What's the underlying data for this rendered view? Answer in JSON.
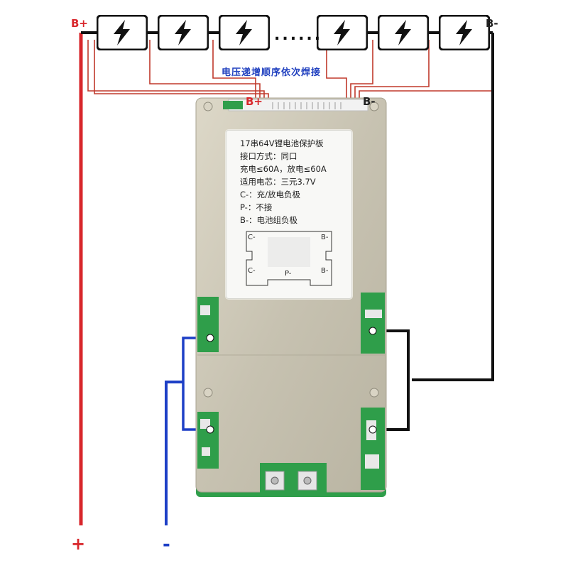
{
  "terminals": {
    "top_left": "B+",
    "top_right": "B-",
    "board_b_plus": "B+",
    "board_b_minus": "B-"
  },
  "battery": {
    "cell_count_left": 3,
    "cell_count_right": 3,
    "ellipsis": "......",
    "cell_icon": "lightning-bolt-icon"
  },
  "instruction": "电压递增顺序依次焊接",
  "label_card": {
    "lines": [
      "17串64V锂电池保护板",
      "接口方式：同口",
      "充电≤60A，放电≤60A",
      "适用电芯：三元3.7V",
      "C-：充/放电负极",
      "P-：不接",
      "B-：电池组负极"
    ],
    "ports": {
      "c_top": "C-",
      "b_top": "B-",
      "c_bottom": "C-",
      "p_bottom": "P-",
      "b_bottom": "B-"
    }
  },
  "output": {
    "positive": "+",
    "negative": "-"
  },
  "colors": {
    "positive_wire": "#d8262b",
    "negative_wire": "#1d3fc6",
    "battery_negative_wire": "#111111",
    "balance_wire": "#c0392b",
    "pcb_green": "#2f9e4a",
    "shield": "#c9c4b3"
  }
}
